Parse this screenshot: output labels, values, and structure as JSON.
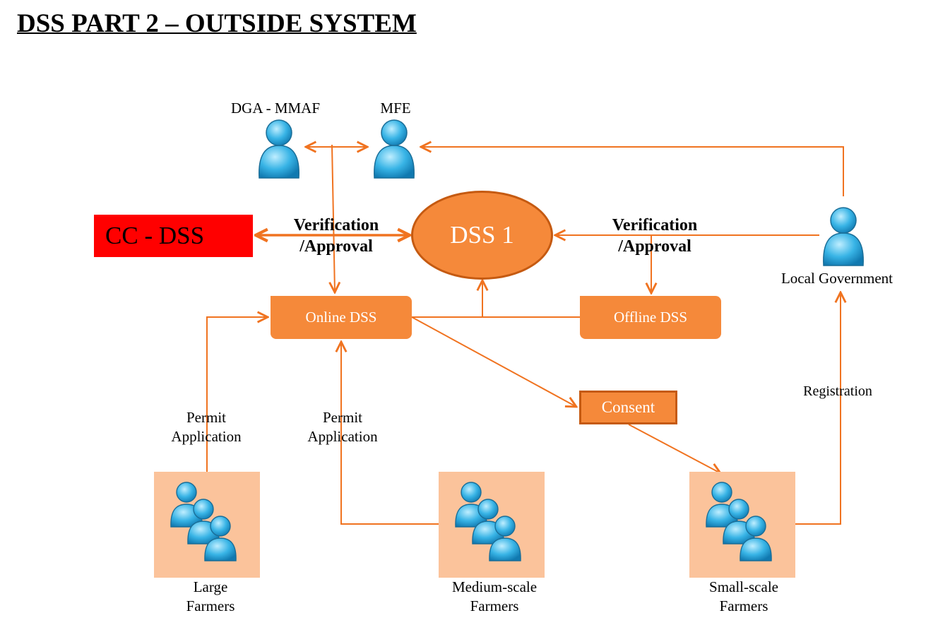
{
  "title": "DSS PART 2 – OUTSIDE SYSTEM",
  "actors": {
    "dga": "DGA - MMAF",
    "mfe": "MFE",
    "local_gov": "Local Government"
  },
  "nodes": {
    "cc_dss": "CC - DSS",
    "dss1": "DSS 1",
    "online_dss": "Online DSS",
    "offline_dss": "Offline DSS",
    "consent": "Consent"
  },
  "edge_labels": {
    "verification_left_1": "Verification",
    "verification_left_2": "/Approval",
    "verification_right_1": "Verification",
    "verification_right_2": "/Approval",
    "permit_large_1": "Permit",
    "permit_large_2": "Application",
    "permit_medium_1": "Permit",
    "permit_medium_2": "Application",
    "registration": "Registration"
  },
  "farmer_groups": {
    "large_1": "Large",
    "large_2": "Farmers",
    "medium_1": "Medium-scale",
    "medium_2": "Farmers",
    "small_1": "Small-scale",
    "small_2": "Farmers"
  },
  "colors": {
    "accent_orange": "#f5893a",
    "line_orange": "#f07320",
    "cc_red": "#ff0000",
    "group_bg": "#fbc39b",
    "person_blue": "#2fa9dc"
  }
}
